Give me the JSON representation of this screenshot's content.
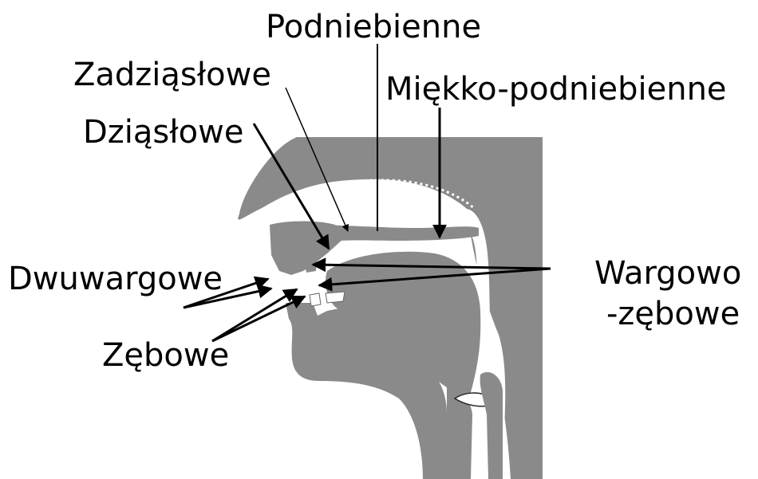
{
  "labels": {
    "palatal": "Podniebienne",
    "postalveolar": "Zadziąsłowe",
    "velar": "Miękko-podniebienne",
    "alveolar": "Dziąsłowe",
    "bilabial": "Dwuwargowe",
    "labiodental_line1": "Wargowo",
    "labiodental_line2": "-zębowe",
    "dental": "Zębowe"
  },
  "colors": {
    "tissue": "#8a8a8a",
    "line": "#000000",
    "background": "#ffffff"
  }
}
